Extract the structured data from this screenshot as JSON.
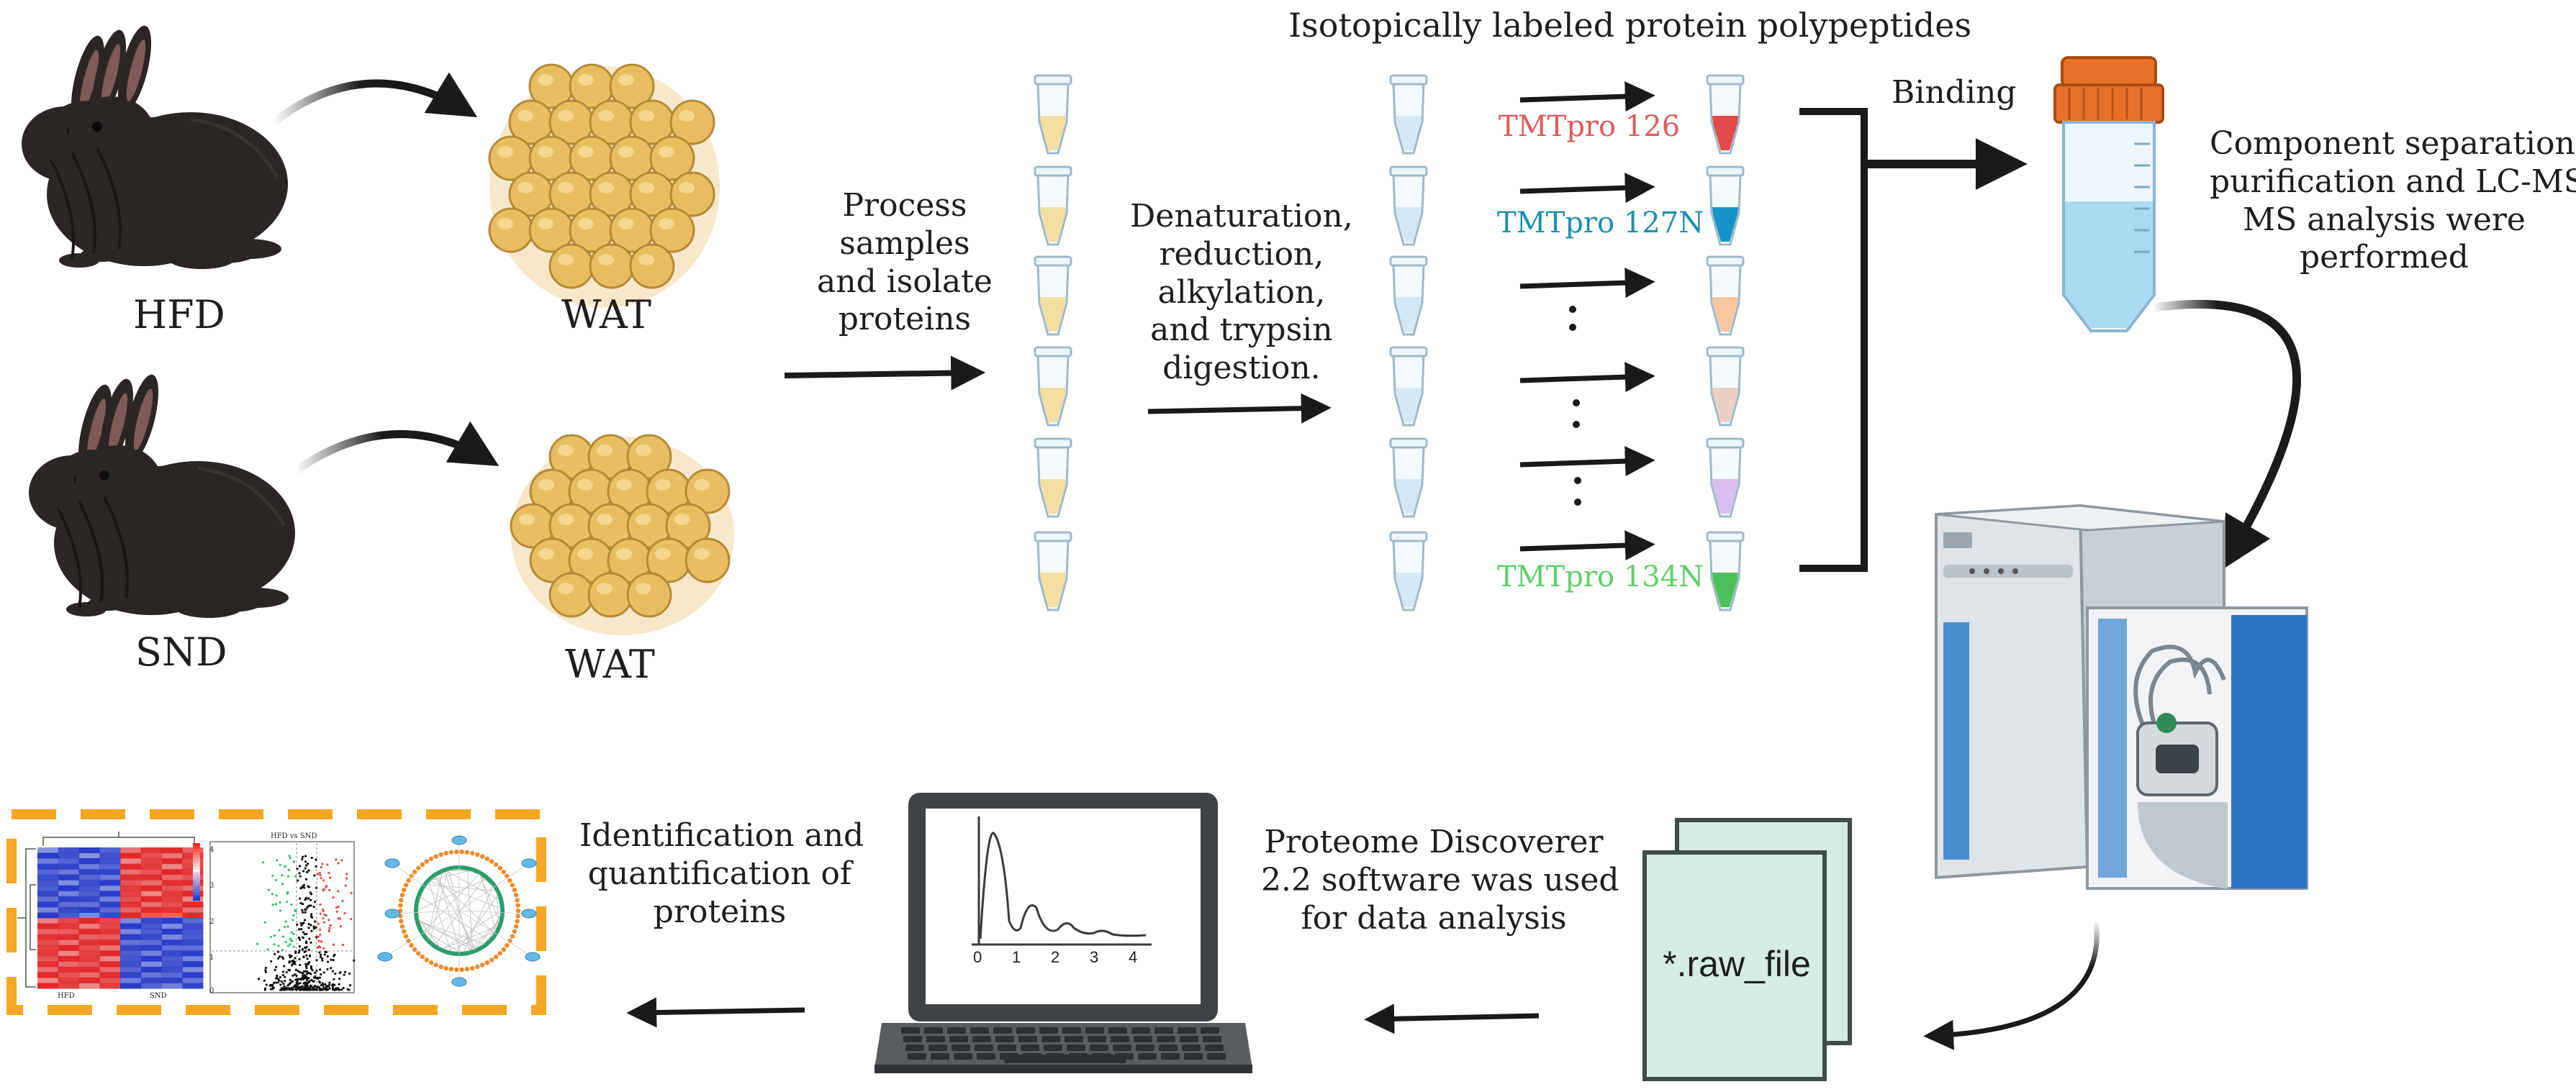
{
  "title": "Isotopically labeled protein polypeptides",
  "groups": {
    "hfd": "HFD",
    "snd": "SND",
    "wat_top": "WAT",
    "wat_bottom": "WAT"
  },
  "steps": {
    "process_l1": "Process",
    "process_l2": "samples",
    "process_l3": "and isolate",
    "process_l4": "proteins",
    "denat_l1": "Denaturation,",
    "denat_l2": "reduction,",
    "denat_l3": "alkylation,",
    "denat_l4": "and trypsin",
    "denat_l5": "digestion.",
    "binding": "Binding",
    "sep_l1": "Component separation,",
    "sep_l2": "purification and LC-MS/",
    "sep_l3": "MS analysis were",
    "sep_l4": "performed",
    "pd_l1": "Proteome Discoverer",
    "pd_l2": "2.2 software was used",
    "pd_l3": "for data analysis",
    "id_l1": "Identification and",
    "id_l2": "quantification of",
    "id_l3": "proteins"
  },
  "labels": {
    "tmt_126": "TMTpro 126",
    "tmt_127n": "TMTpro 127N",
    "tmt_134n": "TMTpro 134N"
  },
  "file": {
    "name": "*.raw_file"
  },
  "chart_ticks": [
    "0",
    "1",
    "2",
    "3",
    "4"
  ],
  "results": {
    "heatmap_left": "HFD",
    "heatmap_right": "SND",
    "volcano_title": "HFD vs SND",
    "volcano_yticks": [
      "4",
      "3",
      "2",
      "1",
      "0"
    ]
  },
  "colors": {
    "tmt_126": "#e05a5a",
    "tmt_127n": "#1a8fb0",
    "tmt_134n": "#5fcf6a",
    "tube_126": "#e24b4b",
    "tube_127n": "#1595c7",
    "tube_3": "#f6c79f",
    "tube_4": "#ead0c3",
    "tube_5": "#d8bff0",
    "tube_134n": "#4cc15b",
    "sample_liquid": "#f3dfa2",
    "digest_liquid": "#d5e8f5",
    "falcon_cap": "#e8702a",
    "dash_border": "#f5a623",
    "doc_fill": "#d6ebe4"
  }
}
